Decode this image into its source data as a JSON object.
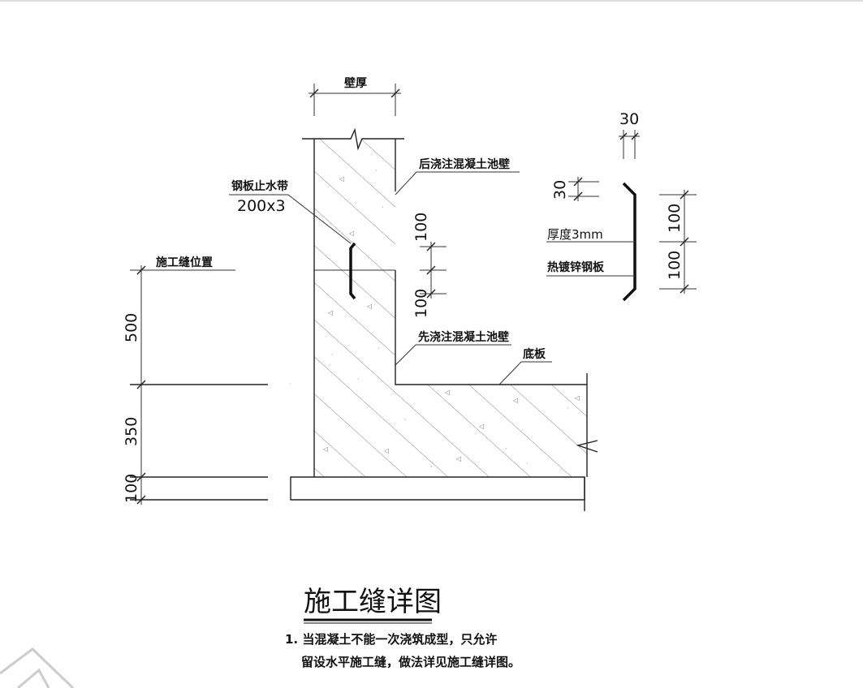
{
  "drawing": {
    "title": "施工缝详图",
    "labels": {
      "wall_thickness": "壁厚",
      "later_pour_wall": "后浇注混凝土池壁",
      "steel_waterstop": "钢板止水带",
      "waterstop_size": "200x3",
      "joint_position": "施工缝位置",
      "first_pour_wall": "先浇注混凝土池壁",
      "bottom_slab": "底板",
      "thickness": "厚度3mm",
      "galvanized_plate": "热镀锌钢板"
    },
    "dimensions": {
      "upper_100": "100",
      "lower_100": "100",
      "left_500": "500",
      "left_350": "350",
      "left_100": "100",
      "detail_top_30": "30",
      "detail_side_30": "30",
      "detail_100_upper": "100",
      "detail_100_lower": "100"
    },
    "notes": [
      "1. 当混凝土不能一次浇筑成型，只允许",
      "留设水平施工缝，做法详见施工缝详图。"
    ]
  }
}
